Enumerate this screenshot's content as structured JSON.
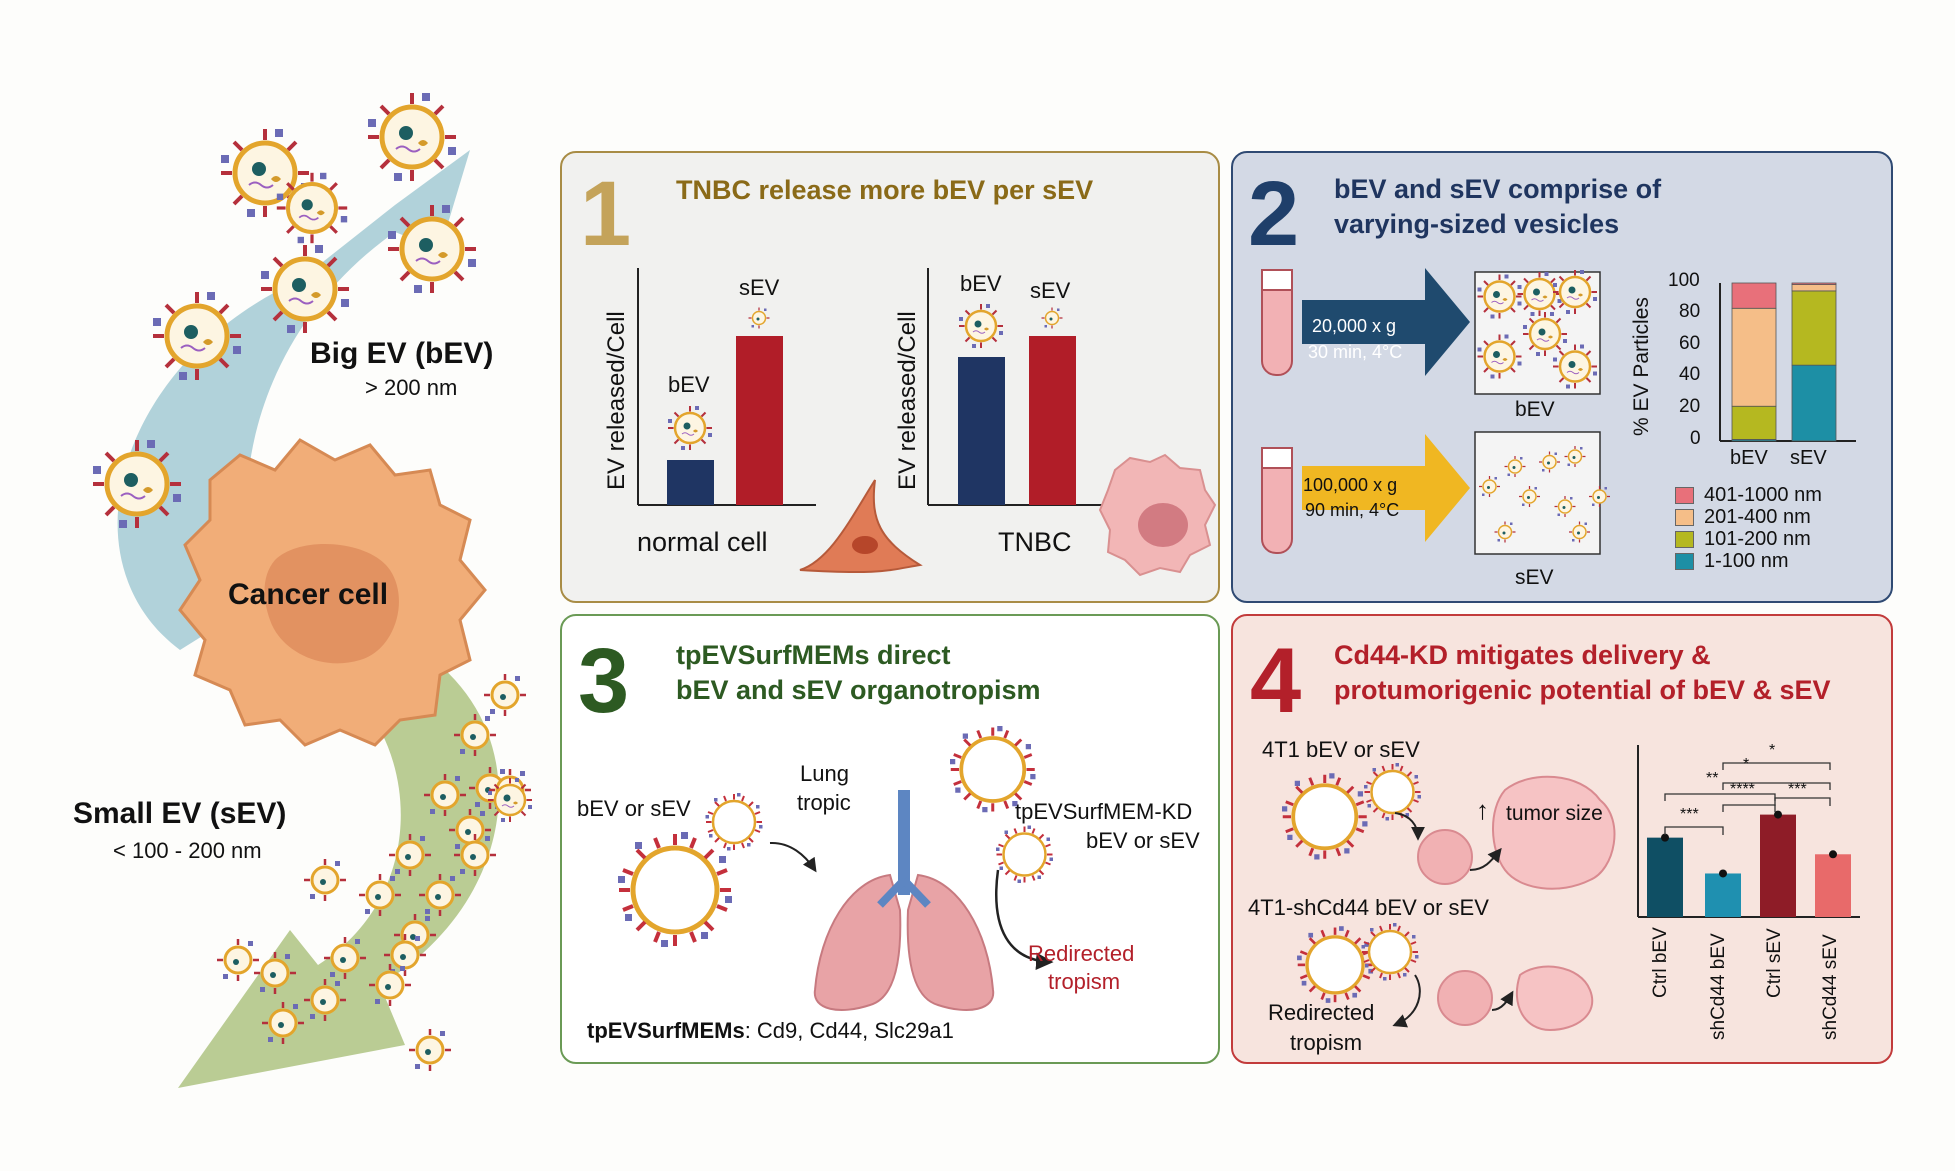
{
  "colors": {
    "panel1_border": "#a88c45",
    "panel1_bg": "#f1f1ef",
    "panel1_accent": "#8a6a18",
    "panel2_border": "#2f4a73",
    "panel2_bg": "#d3d9e5",
    "panel2_accent": "#1f355f",
    "panel3_border": "#6a9a55",
    "panel3_bg": "#ffffff",
    "panel3_accent": "#2d5a22",
    "panel4_border": "#c23b3b",
    "panel4_bg": "#f7e4de",
    "panel4_accent": "#b3202a",
    "bev_bar": "#1f3563",
    "sev_bar": "#b11d28"
  },
  "left": {
    "big_ev_label": "Big EV (bEV)",
    "big_ev_size": "> 200 nm",
    "cancer_cell": "Cancer cell",
    "small_ev_label": "Small EV (sEV)",
    "small_ev_size": "< 100 - 200 nm"
  },
  "panel1": {
    "number": "1",
    "title": "TNBC release more bEV per sEV",
    "ylabel": "EV released/Cell",
    "normal_label": "normal cell",
    "tnbc_label": "TNBC",
    "bev": "bEV",
    "sev": "sEV"
  },
  "panel2": {
    "number": "2",
    "title_line1": "bEV and sEV comprise of",
    "title_line2": "varying-sized vesicles",
    "spin1_line1": "20,000 x g",
    "spin1_line2": "30 min, 4°C",
    "spin2_line1": "100,000 x g",
    "spin2_line2": "90 min, 4°C",
    "bev_box_label": "bEV",
    "sev_box_label": "sEV",
    "ylabel": "% EV Particles",
    "yticks": [
      "100",
      "80",
      "60",
      "40",
      "20",
      "0"
    ],
    "xlabels": [
      "bEV",
      "sEV"
    ],
    "legend": [
      {
        "label": "401-1000 nm",
        "color": "#e8707a"
      },
      {
        "label": "201-400 nm",
        "color": "#f5be88"
      },
      {
        "label": "101-200 nm",
        "color": "#b5b820"
      },
      {
        "label": "1-100 nm",
        "color": "#1d8fa5"
      }
    ]
  },
  "chart_data": [
    {
      "type": "bar",
      "categories": [
        "normal cell bEV",
        "normal cell sEV",
        "TNBC bEV",
        "TNBC sEV"
      ],
      "values": [
        19,
        70,
        62,
        70
      ],
      "ylabel": "EV released/Cell"
    },
    {
      "type": "bar",
      "categories": [
        "bEV",
        "sEV"
      ],
      "ylabel": "% EV Particles",
      "ylim": [
        0,
        100
      ],
      "series": [
        {
          "name": "1-100 nm",
          "values": [
            1,
            48
          ]
        },
        {
          "name": "101-200 nm",
          "values": [
            21,
            47
          ]
        },
        {
          "name": "201-400 nm",
          "values": [
            62,
            4
          ]
        },
        {
          "name": "401-1000 nm",
          "values": [
            16,
            1
          ]
        }
      ]
    },
    {
      "type": "bar",
      "categories": [
        "Ctrl bEV",
        "shCd44 bEV",
        "Ctrl sEV",
        "shCd44 sEV"
      ],
      "values": [
        62,
        34,
        80,
        49
      ],
      "colors": [
        "#0f4f64",
        "#1f90b0",
        "#8e1c27",
        "#e86a6a"
      ]
    }
  ],
  "panel3": {
    "number": "3",
    "title_line1": "tpEVSurfMEMs direct",
    "title_line2": "bEV and sEV organotropism",
    "bev_or_sev": "bEV or sEV",
    "lung_line1": "Lung",
    "lung_line2": "tropic",
    "kd_line1": "tpEVSurfMEM-KD",
    "kd_line2": "bEV or sEV",
    "redirected_line1": "Redirected",
    "redirected_line2": "tropism",
    "footer_bold": "tpEVSurfMEMs",
    "footer_rest": ": Cd9, Cd44, Slc29a1"
  },
  "panel4": {
    "number": "4",
    "title_line1": "Cd44-KD mitigates delivery &",
    "title_line2": "protumorigenic potential of bEV & sEV",
    "t1_label": "4T1 bEV or sEV",
    "tumor_size": "tumor size",
    "up_arrow": "↑",
    "sh_label": "4T1-shCd44  bEV or sEV",
    "redirected_line1": "Redirected",
    "redirected_line2": "tropism",
    "sig": [
      "*",
      "*",
      "**",
      "****",
      "***",
      "***"
    ],
    "xlabels": [
      "Ctrl bEV",
      "shCd44 bEV",
      "Ctrl sEV",
      "shCd44 sEV"
    ]
  }
}
